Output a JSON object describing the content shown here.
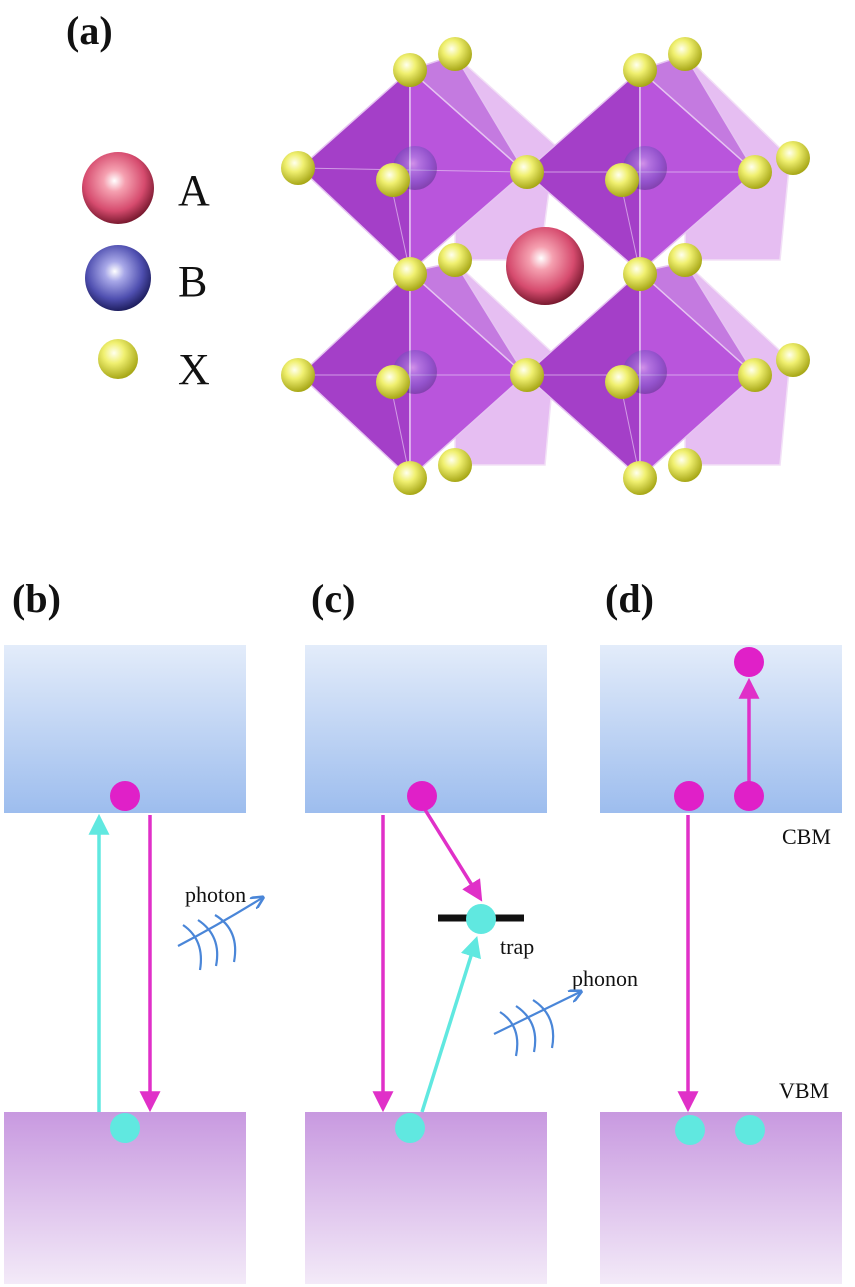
{
  "panel_labels": {
    "a": "(a)",
    "b": "(b)",
    "c": "(c)",
    "d": "(d)"
  },
  "legend": [
    {
      "symbol": "A",
      "color": "#d64b6e"
    },
    {
      "symbol": "B",
      "color": "#4f4fb0"
    },
    {
      "symbol": "X",
      "color": "#e8e84a"
    }
  ],
  "labels": {
    "photon": "photon",
    "trap": "trap",
    "phonon": "phonon",
    "cbm": "CBM",
    "vbm": "VBM"
  },
  "colors": {
    "octahedron": "#b44fd8",
    "electron": "#e020c8",
    "hole": "#60e8e0",
    "conduction_band_top": "#dfe9fa",
    "conduction_band_bottom": "#9fc0ef",
    "valence_band_top": "#c89be0",
    "valence_band_bottom": "#f1e6f8",
    "wave": "#4a86d8",
    "electron_arrow": "#e030c8",
    "hole_arrow": "#60e8e0"
  }
}
